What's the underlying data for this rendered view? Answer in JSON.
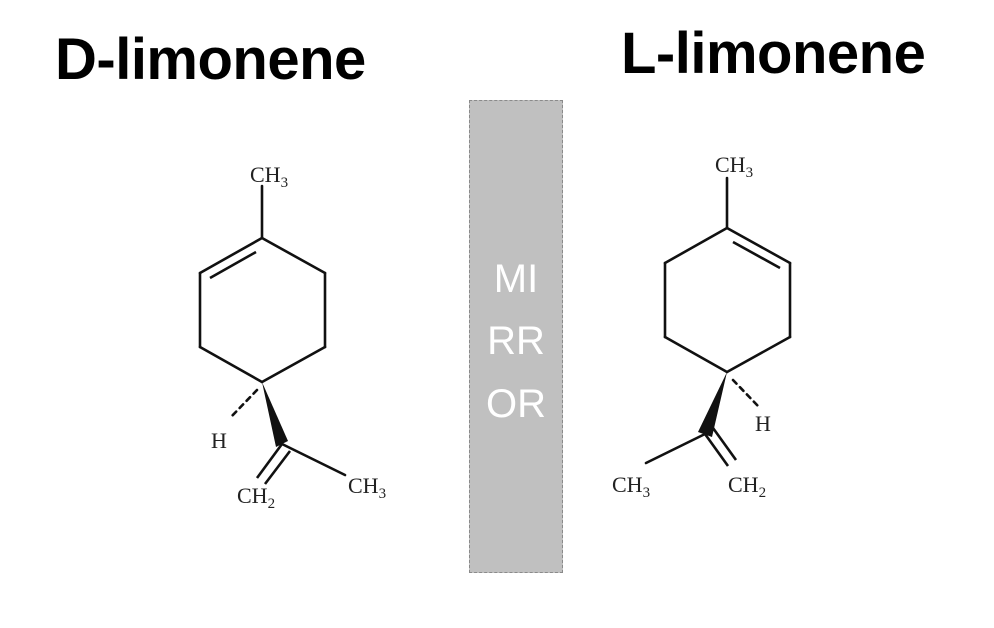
{
  "left_molecule": {
    "name": "D-limonene",
    "labels": {
      "top_methyl": "CH",
      "top_methyl_sub": "3",
      "hydrogen": "H",
      "ch2": "CH",
      "ch2_sub": "2",
      "methyl": "CH",
      "methyl_sub": "3"
    }
  },
  "right_molecule": {
    "name": "L-limonene",
    "labels": {
      "top_methyl": "CH",
      "top_methyl_sub": "3",
      "hydrogen": "H",
      "ch2": "CH",
      "ch2_sub": "2",
      "methyl": "CH",
      "methyl_sub": "3"
    }
  },
  "mirror": {
    "line1": "MI",
    "line2": "RR",
    "line3": "OR"
  }
}
